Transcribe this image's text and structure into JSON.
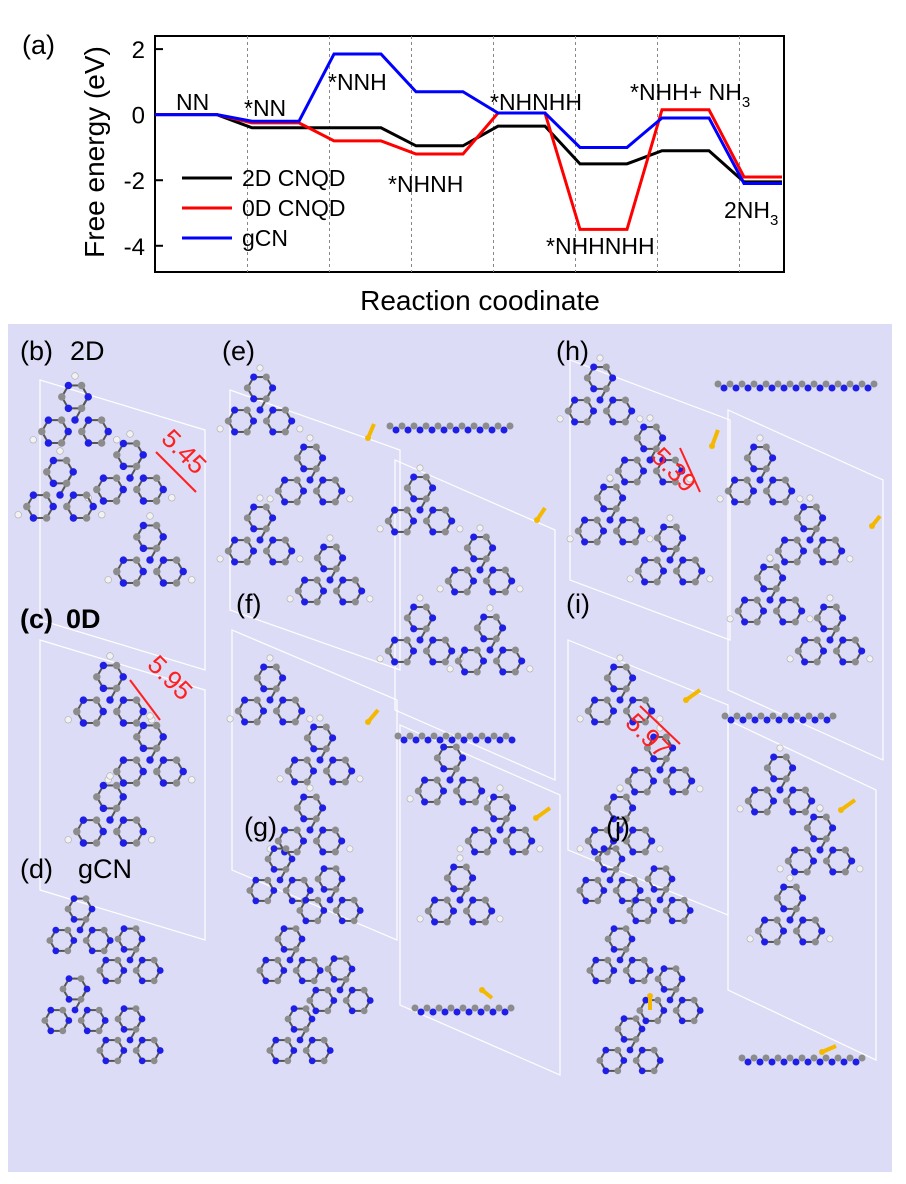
{
  "panel_labels": {
    "a": "(a)",
    "b": "(b)",
    "b_sub": "2D",
    "c": "(c)",
    "c_sub": "0D",
    "d": "(d)",
    "d_sub": "gCN",
    "e": "(e)",
    "f": "(f)",
    "g": "(g)",
    "h": "(h)",
    "i": "(i)",
    "j": "(j)"
  },
  "distances": {
    "b": "5.45",
    "c": "5.95",
    "h": "5.39",
    "i": "5.97"
  },
  "colors": {
    "background_panel": "#dcdcf6",
    "nitrogen": "#1e1ee6",
    "carbon": "#8c8c8c",
    "hydrogen": "#f2f2f2",
    "arrow": "#f5b800",
    "measure": "#ff2020"
  },
  "chart_data": {
    "type": "line",
    "xlabel": "Reaction coodinate",
    "ylabel": "Free energy (eV)",
    "ylim": [
      -4.8,
      2.4
    ],
    "yticks": [
      2,
      0,
      -2,
      -4
    ],
    "ytick_labels": [
      "2",
      "0",
      "-2",
      "-4"
    ],
    "steps": 7,
    "step_labels": [
      {
        "text": "NN",
        "sub": "",
        "step": 0
      },
      {
        "text": "*NN",
        "sub": "",
        "step": 1
      },
      {
        "text": "*NNH",
        "sub": "",
        "step": 2
      },
      {
        "text": "*NHNH",
        "sub": "",
        "step": 3
      },
      {
        "text": "*NHNHH",
        "sub": "",
        "step": 4
      },
      {
        "text": "*NHHNHH",
        "sub": "",
        "step": 5
      },
      {
        "text": "*NHH+ NH",
        "sub": "3",
        "step": 6
      },
      {
        "text": "2NH",
        "sub": "3",
        "step": 7
      }
    ],
    "series": [
      {
        "name": "2D CNQD",
        "color": "#000000",
        "values": [
          0,
          -0.4,
          -0.4,
          -0.95,
          -0.35,
          -1.5,
          -1.1,
          -2.05
        ]
      },
      {
        "name": "0D CNQD",
        "color": "#ff0000",
        "values": [
          0,
          -0.25,
          -0.8,
          -1.2,
          0.05,
          -3.5,
          0.15,
          -1.9
        ]
      },
      {
        "name": "gCN",
        "color": "#0000ff",
        "values": [
          0,
          -0.2,
          1.85,
          0.7,
          0.05,
          -1.0,
          -0.1,
          -2.1
        ]
      }
    ],
    "legend_position": "bottom-left"
  }
}
